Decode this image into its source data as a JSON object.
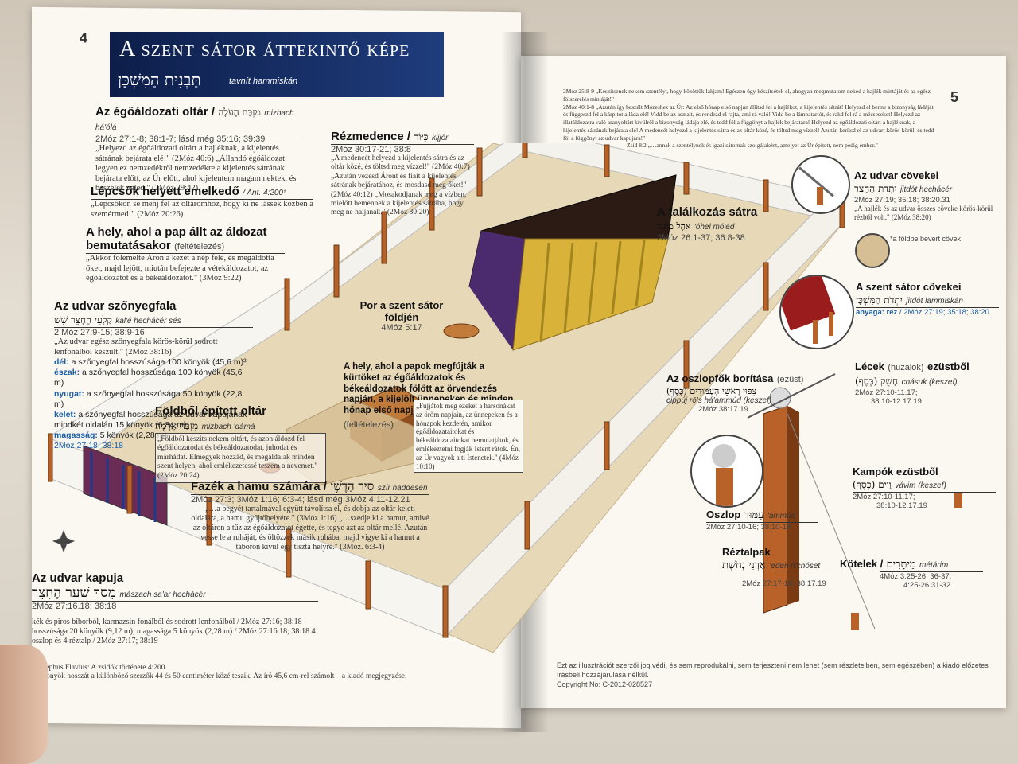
{
  "left_page": {
    "page_number": "4",
    "title": "A szent sátor áttekintő képe",
    "hebrew_title": "תַּבְנִית הַמִּשְׁכָּן",
    "title_translit": "tavnít hammiskán",
    "altar": {
      "heading": "Az égőáldozati oltár /",
      "hebrew": "מִזְבַּח הָעֹלָה",
      "translit": "mizbach há'ólá",
      "refs": "2Móz 27:1-8; 38:1-7; lásd még 35:16; 39:39",
      "quote": "„Helyezd az égőáldozati oltárt a hajléknak, a kijelentés sátrának bejárata elé!\" (2Móz 40:6) „Állandó égőáldozat legyen ez nemzedékről nemzedékre a kijelentés sátrának bejárata előtt, az Úr előtt, ahol kijelentem magam nektek, és beszélek veled.\" (2Móz 29:42)"
    },
    "ramp": {
      "heading": "Lépcsők helyett emelkedő",
      "ref_suffix": "/ Ant. 4:200¹",
      "quote": "„Lépcsőkön se menj fel az oltáromhoz, hogy ki ne lássék közben a szemérmed!\" (2Móz 20:26)"
    },
    "priest_place": {
      "heading_1": "A hely, ahol a pap állt az áldozat",
      "heading_2": "bemutatásakor",
      "heading_note": "(feltételezés)",
      "quote": "„Akkor fölemelte Áron a kezét a nép felé, és megáldotta őket, majd lejött, miután befejezte a vétekáldozatot, az égőáldozatot és a békeáldozatot.\" (3Móz 9:22)"
    },
    "court_curtain": {
      "heading": "Az udvar szőnyegfala",
      "hebrew": "קַלְעֵי הֶחָצֵר שֵׁשׁ",
      "translit": "kal'é hechácér sés",
      "refs": "2 Móz 27:9-15; 38:9-16",
      "quote": "„Az udvar egész szőnyegfala körös-körül sodrott lenfonálból készült.\" (2Móz 38:16)",
      "measures": [
        {
          "k": "dél:",
          "v": "a szőnyegfal hosszúsága 100 könyök (45,6 m)²"
        },
        {
          "k": "észak:",
          "v": "a szőnyegfal hosszúsága 100 könyök (45,6 m)"
        },
        {
          "k": "nyugat:",
          "v": "a szőnyegfal hosszúsága 50 könyök (22,8 m)"
        },
        {
          "k": "kelet:",
          "v": "a szőnyegfal hosszúsága az udvar kapujának mindkét oldalán 15 könyök (6,84 m)"
        },
        {
          "k": "magasság:",
          "v": "5 könyök (2,28 m)"
        }
      ],
      "measures_ref": "2Móz 27:18; 38:18"
    },
    "laver": {
      "heading": "Rézmedence /",
      "hebrew": "כִּיּוֹר",
      "translit": "kijjór",
      "refs": "2Móz 30:17-21; 38:8",
      "quote": "„A medencét helyezd a kijelentés sátra és az oltár közé, és töltsd meg vízzel!\" (2Móz 40:7) „Azután vezesd Áront és fiait a kijelentés sátrának bejáratához, és mosdasd meg őket!\" (2Móz 40:12) „Mosakodjanak meg a vízben, mielőtt bemennek a kijelentés sátrába, hogy meg ne haljanak.\" (2Móz 30:20)"
    },
    "holy_ground": {
      "heading": "Por a szent sátor földjén",
      "ref": "4Móz 5:17"
    },
    "trumpets": {
      "heading": "A hely, ahol a papok megfújták a kürtöket az égőáldozatok és békeáldozatok fölött az örvendezés napján, a kijelölt ünnepeken és minden hónap első napján",
      "note": "(feltételezés)",
      "quote": "„Fújjátok meg ezeket a harsonákat az öröm napjain, az ünnepeken és a hónapok kezdetén, amikor égőáldozataitokat és békeáldozataitokat bemutatjátok, és emlékeztetni fogják Istent rátok. Én, az Úr vagyok a ti Istenetek.\" (4Móz 10:10)"
    },
    "earth_altar": {
      "heading": "Földből épített oltár",
      "hebrew": "מִזְבַּח אֲדָמָה",
      "translit": "mizbach 'dámá",
      "quote": "„Földből készíts nekem oltárt, és azon áldozd fel égőáldozatodat és békeáldozatodat, juhodat és marhádat. Elmegyek hozzád, és megáldalak minden szent helyen, ahol emlékezetessé teszem a nevemet.\" (2Móz 20:24)"
    },
    "ash_pot": {
      "heading": "Fazék a hamu számára /",
      "hebrew": "סִיר הַדֶּשֶׁן",
      "translit": "szír haddesen",
      "refs": "2Móz 27:3; 3Móz 1:16; 6:3-4; lásd még 3Móz 4:11-12.21",
      "quote": "„…a begyét tartalmával együtt távolítsa el, és dobja az oltár keleti oldalára, a hamu gyűjtőhelyére.\" (3Móz 1:16) „…szedje ki a hamut, amivé az oltáron a tűz az égőáldozatot égette, és tegye azt az oltár mellé. Azután vesse le a ruháját, és öltözzék másik ruhába, majd vigye ki a hamut a táboron kívül egy tiszta helyre.\" (3Móz. 6:3-4)"
    },
    "gate": {
      "heading": "Az udvar kapuja",
      "hebrew": "מָסַךְ שַׁעַר הֶחָצֵר",
      "translit": "mászach sa'ar hechácér",
      "refs": "2Móz 27:16.18; 38:18",
      "desc": "kék és piros bíborból, karmazsin fonálból és sodrott lenfonálból / 2Móz 27:16; 38:18 hosszúsága 20 könyök (9,12 m), magassága 5 könyök (2,28 m) / 2Móz 27:16.18; 38:18 4 oszlop és 4 réztalp / 2Móz 27:17; 38:19"
    },
    "footnote_1": "¹ Josephus Flavius: A zsidók története 4:200.",
    "footnote_2": "² A könyök hosszát a különböző szerzők 44 és 50 centiméter közé teszik. Az író 45,6 cm-rel számolt – a kiadó megjegyzése."
  },
  "right_page": {
    "page_number": "5",
    "verse_1": "2Móz 25:8-9 „Készítsenek nekem szentélyt, hogy közöttük lakjam! Egészen úgy készítsétek el, ahogyan megmutatom neked a hajlék mintáját és az egész fölszerelés mintáját!\"",
    "verse_2": "2Móz 40:1-8 „Azután így beszélt Mózeshez az Úr: Az első hónap első napján állítsd fel a hajlékot, a kijelentés sátrát! Helyezd el benne a bizonyság ládáját, és függeszd fel a kárpitot a láda elé! Vidd be az asztalt, és rendezd el rajta, ami rá való! Vidd be a lámpatartót, és rakd fel rá a mécseseket! Helyezd az illatáldozatra való aranyoltárt kívülről a bizonyság ládája elé, és tedd föl a függönyt a hajlék bejáratára! Helyezd az égőáldozati oltárt a hajléknak, a kijelentés sátrának bejárata elé! A medencét helyezd a kijelentés sátra és az oltár közé, és töltsd meg vízzel! Azután kerítsd el az udvart körös-körül, és tedd föl a függönyt az udvar kapujára!\"",
    "verse_3": "Zsid 8:2 „…annak a szentélynek és igazi sátornak szolgájaként, amelyet az Úr épített, nem pedig ember.\"",
    "tent": {
      "heading": "A találkozás sátra",
      "hebrew": "אֹהֶל מוֹעֵד",
      "translit": "'óhel mó'éd",
      "refs": "2Móz 26:1-37; 36:8-38"
    },
    "court_pegs": {
      "heading": "Az udvar cövekei",
      "hebrew": "יִתְדֹת הֶחָצֵר",
      "translit": "jitdót hechácér",
      "refs": "2Móz 27:19; 35:18; 38:20.31",
      "quote": "„A hajlék és az udvar összes cöveke körös-körül rézből volt.\" (2Móz 38:20)",
      "note": "*a földbe bevert cövek"
    },
    "tent_pegs": {
      "heading": "A szent sátor cövekei",
      "hebrew": "יִתְדֹת הַמִּשְׁכָּן",
      "translit": "jitdót lammiskán",
      "material_label": "anyaga: réz",
      "refs": "/ 2Móz 27:19; 35:18; 38:20"
    },
    "capitals": {
      "heading": "Az oszlopfők borítása",
      "heading_note": "(ezüst)",
      "hebrew": "צִפּוּי רָאשֵׁי הָעַמּוּדִים (כֶּסֶף)",
      "translit": "cippúj rō's há'ammúd (keszef)",
      "refs": "2Móz 38:17.19"
    },
    "bands": {
      "heading": "Lécek",
      "heading_note": "(huzalok)",
      "heading_end": "ezüstből",
      "hebrew": "חָשֻׁק (כֶּסֶף)",
      "translit": "chásuk (keszef)",
      "refs_1": "2Móz 27:10-11.17;",
      "refs_2": "38:10-12.17.19"
    },
    "hooks": {
      "heading": "Kampók ezüstből",
      "hebrew": "וָוִים (כֶּסֶף)",
      "translit": "vávim (keszef)",
      "refs_1": "2Móz 27:10-11.17;",
      "refs_2": "38:10-12.17.19"
    },
    "pillar": {
      "heading": "Oszlop",
      "hebrew": "עַמּוּד",
      "translit": "'ammúd",
      "refs": "2Móz 27:10-16; 38:10-19"
    },
    "bases": {
      "heading": "Réztalpak",
      "hebrew": "אַדְנֵי נְחֹשֶׁת",
      "translit": "'eden n'chóset",
      "refs": "2Móz 27:17-18; 38:17.19"
    },
    "cords": {
      "heading": "Kötelek /",
      "hebrew": "מֵיתָרִים",
      "translit": "métárim",
      "refs_1": "4Móz 3:25-26. 36-37;",
      "refs_2": "4:25-26.31-32"
    },
    "copyright": "Ezt az illusztrációt szerzői jog védi, és sem reprodukálni, sem terjeszteni nem lehet (sem részleteiben, sem egészében) a kiadó előzetes írásbeli hozzájárulása nélkül.",
    "copyright_no": "Copyright No: C-2012-028527"
  },
  "colors": {
    "banner": "#15306a",
    "copper": "#b8622a",
    "gold": "#d9b23a",
    "sand": "#e8dcc0",
    "accent_blue": "#1c5ea8"
  }
}
